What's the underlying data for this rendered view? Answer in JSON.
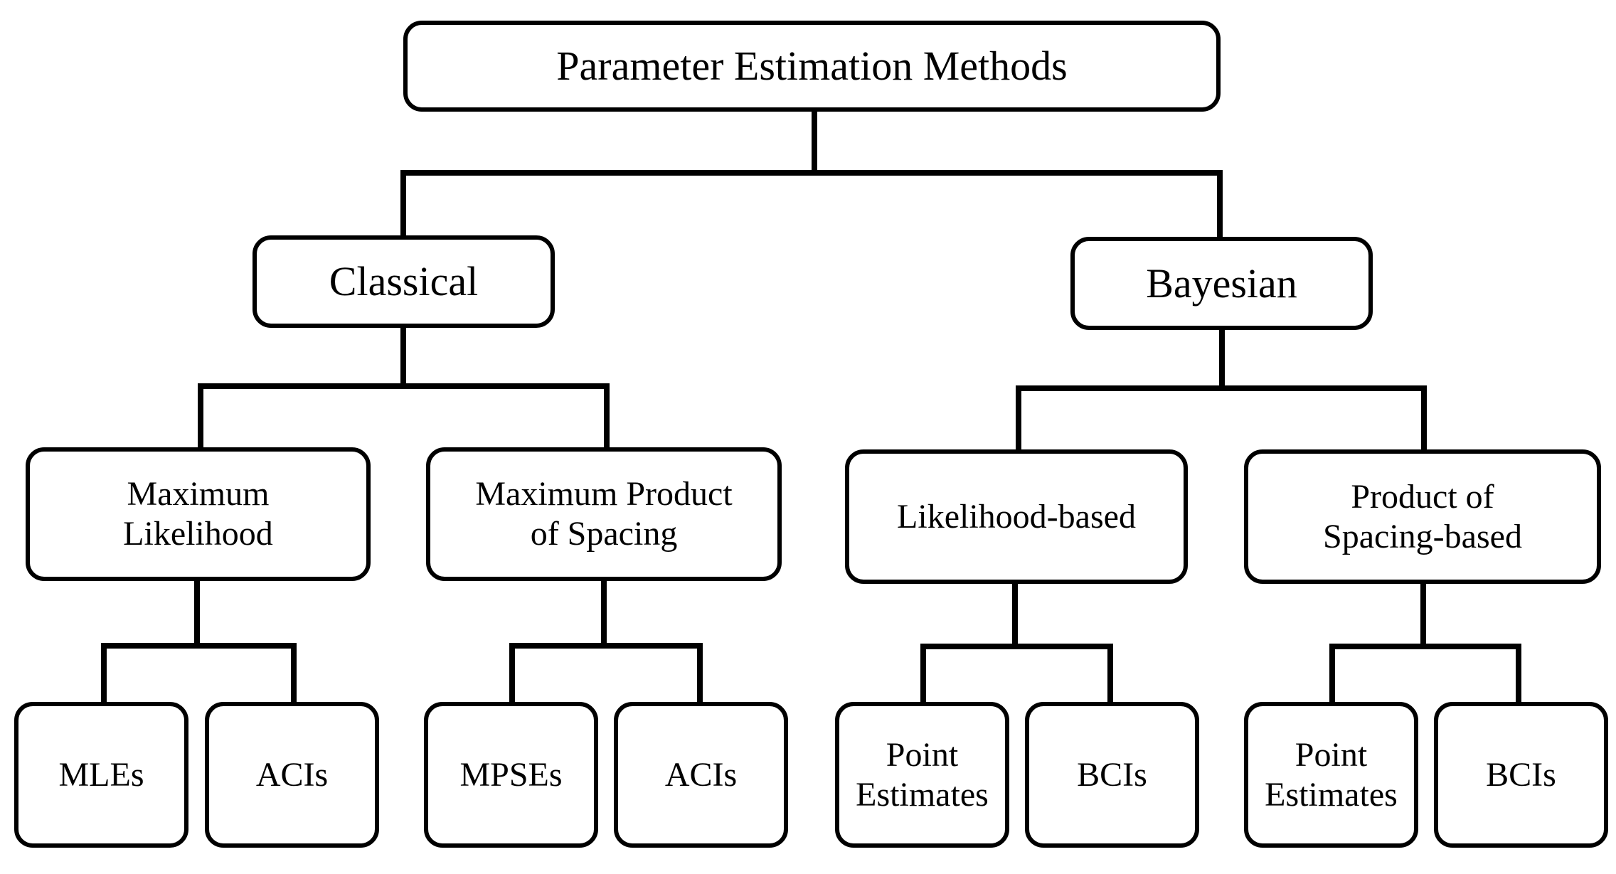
{
  "diagram": {
    "root": "Parameter Estimation Methods",
    "classical": {
      "label": "Classical",
      "mle": {
        "line1": "Maximum",
        "line2": "Likelihood",
        "leaves": [
          "MLEs",
          "ACIs"
        ]
      },
      "mps": {
        "line1": "Maximum Product",
        "line2": "of Spacing",
        "leaves": [
          "MPSEs",
          "ACIs"
        ]
      }
    },
    "bayesian": {
      "label": "Bayesian",
      "likelihood": {
        "line1": "Likelihood-based",
        "leaf1_line1": "Point",
        "leaf1_line2": "Estimates",
        "leaf2": "BCIs"
      },
      "spacing": {
        "line1": "Product of",
        "line2": "Spacing-based",
        "leaf1_line1": "Point",
        "leaf1_line2": "Estimates",
        "leaf2": "BCIs"
      }
    }
  }
}
